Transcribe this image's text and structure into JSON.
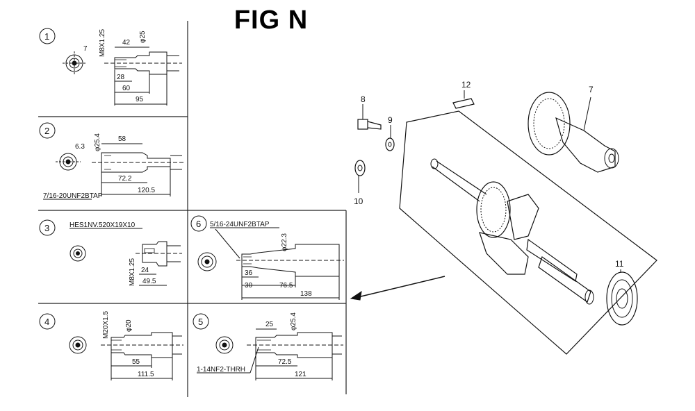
{
  "title": "FIG N",
  "panels": [
    {
      "id": "1",
      "spec": "M8X1.25",
      "dims": {
        "hex": "7",
        "d1": "42",
        "dia": "φ25",
        "d2": "28",
        "d3": "60",
        "d4": "95"
      }
    },
    {
      "id": "2",
      "spec": "7/16-20UNF2BTAP",
      "dims": {
        "hex": "6.3",
        "dia": "φ25.4",
        "d1": "58",
        "d2": "72.2",
        "d3": "120.5"
      }
    },
    {
      "id": "3",
      "spec": "HES1NV.520X19X10",
      "spec2": "M8X1.25",
      "dims": {
        "d1": "24",
        "d2": "49.5"
      }
    },
    {
      "id": "6",
      "spec": "5/16-24UNF2BTAP",
      "dims": {
        "dia": "φ22.3",
        "d1": "36",
        "d2": "30",
        "d3": "76.5",
        "d4": "138"
      }
    },
    {
      "id": "4",
      "spec": "M20X1.5",
      "dims": {
        "dia": "φ20",
        "d1": "55",
        "d2": "111.5"
      }
    },
    {
      "id": "5",
      "spec": "1-14NF2-THRH",
      "dims": {
        "d1": "25",
        "dia": "φ25.4",
        "d2": "72.5",
        "d3": "121"
      }
    }
  ],
  "callouts": [
    "7",
    "8",
    "9",
    "10",
    "11",
    "12"
  ]
}
